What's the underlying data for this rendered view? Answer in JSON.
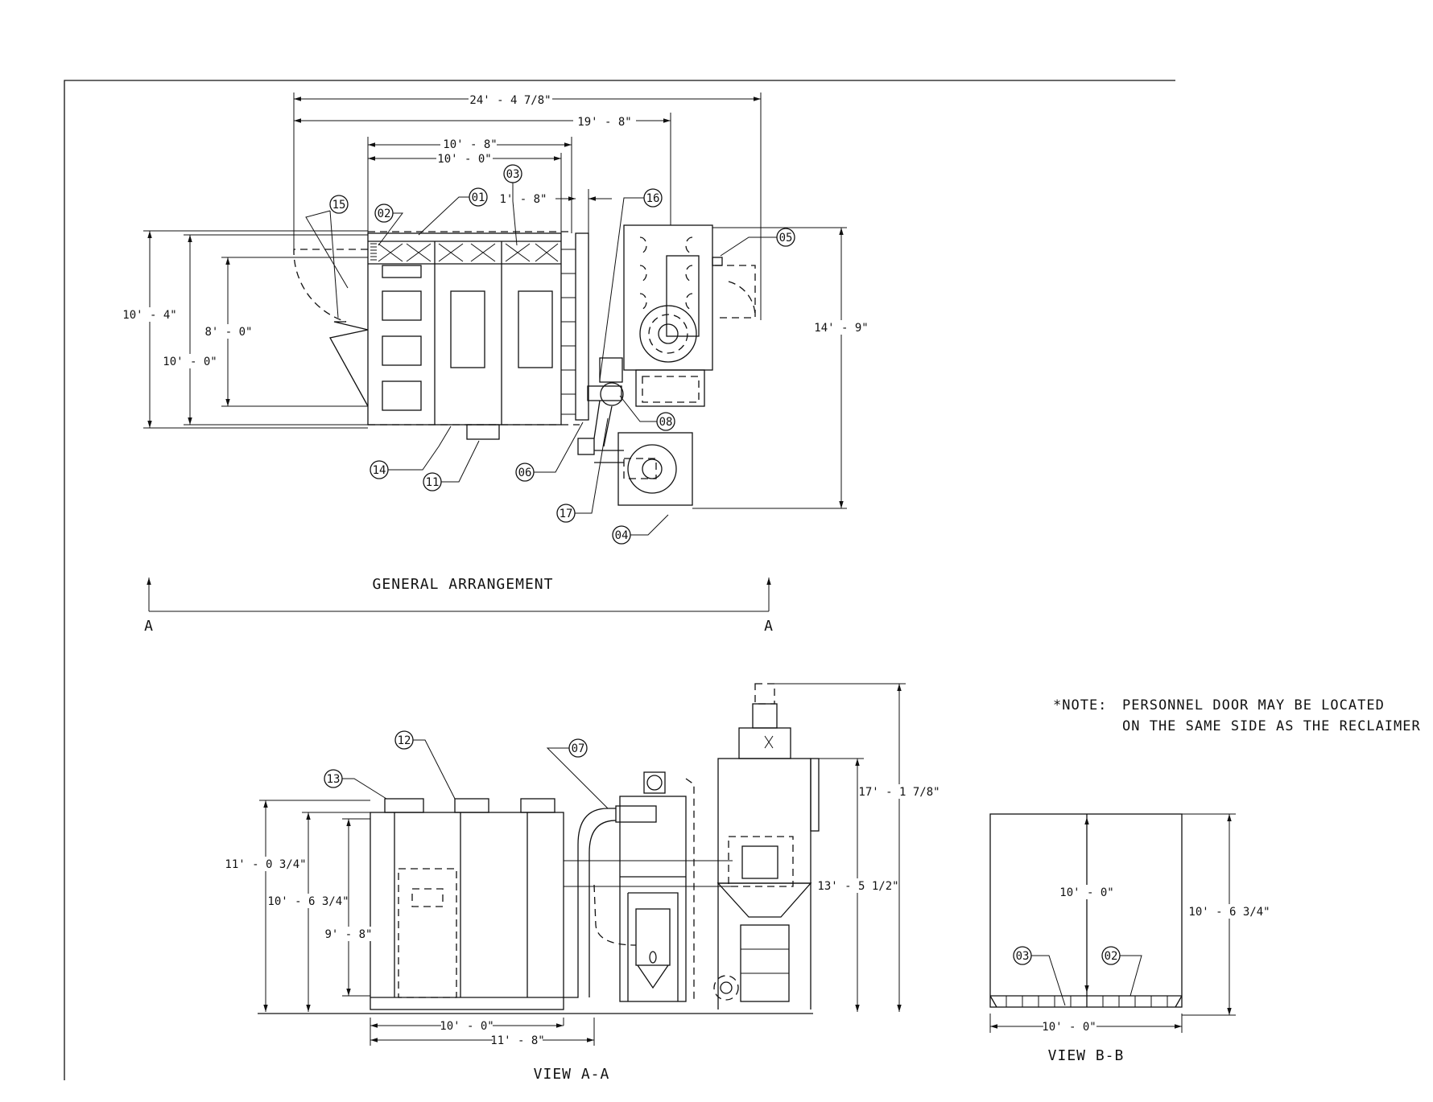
{
  "plan": {
    "title": "GENERAL ARRANGEMENT",
    "section_marker": "A",
    "dims": {
      "overall_length": "24' - 4 7/8\"",
      "length_19_8": "19' - 8\"",
      "length_10_8": "10' - 8\"",
      "length_10_0": "10' - 0\"",
      "gap_1_8": "1' - 8\"",
      "width_10_4": "10' - 4\"",
      "width_10_0": "10' - 0\"",
      "door_8_0": "8' - 0\"",
      "depth_14_9": "14' - 9\""
    }
  },
  "view_aa": {
    "title": "VIEW A-A",
    "dims": {
      "h_11_0_3_4": "11' - 0 3/4\"",
      "h_10_6_3_4": "10' - 6 3/4\"",
      "h_9_8": "9' - 8\"",
      "w_10_0": "10' - 0\"",
      "w_11_8": "11' - 8\"",
      "h_17_1_7_8": "17' - 1 7/8\"",
      "h_13_5_1_2": "13' - 5 1/2\""
    }
  },
  "view_bb": {
    "title": "VIEW B-B",
    "dims": {
      "h_10_0": "10' - 0\"",
      "h_10_6_3_4": "10' - 6 3/4\"",
      "w_10_0": "10' - 0\""
    }
  },
  "note": {
    "label": "*NOTE:",
    "line1": "PERSONNEL DOOR MAY BE LOCATED",
    "line2": "ON THE SAME SIDE AS THE RECLAIMER"
  },
  "balloons": {
    "b01": "01",
    "b02": "02",
    "b03": "03",
    "b04": "04",
    "b05": "05",
    "b06": "06",
    "b07": "07",
    "b08": "08",
    "b11": "11",
    "b12": "12",
    "b13": "13",
    "b14": "14",
    "b15": "15",
    "b16": "16",
    "b17": "17"
  }
}
